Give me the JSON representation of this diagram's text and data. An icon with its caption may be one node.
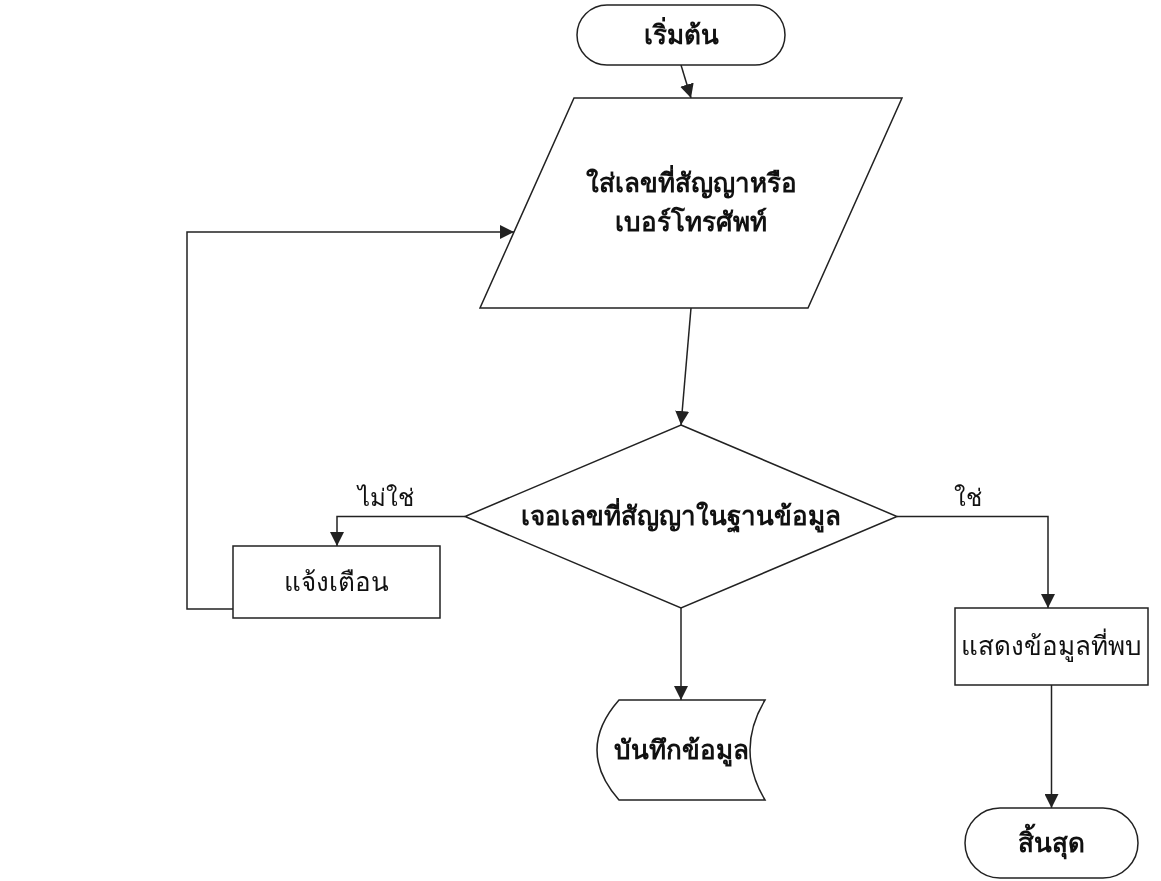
{
  "diagram": {
    "nodes": [
      {
        "text": [
          "เริ่มต้น"
        ]
      },
      {
        "text": [
          "ใส่เลขที่สัญญาหรือเบอร์โทรศัพท์"
        ]
      },
      {
        "text": [
          "เจอเลขที่สัญญาในฐานข้อมูล"
        ]
      },
      {
        "text": [
          "แจ้งเตือน"
        ]
      },
      {
        "text": [
          "แสดงข้อมูลที่พบ"
        ]
      },
      {
        "text": [
          "บันทึกข้อมูล"
        ]
      },
      {
        "text": [
          "สิ้นสุด"
        ]
      }
    ],
    "edges": [
      {
        "from": 0,
        "to": 1,
        "arrow": "to"
      },
      {
        "from": 1,
        "to": 2,
        "arrow": "to"
      },
      {
        "from": 2,
        "to": 3,
        "arrow": "to",
        "label": "ไม่ใช่"
      },
      {
        "from": 2,
        "to": 4,
        "arrow": "to",
        "label": "ใช่"
      },
      {
        "from": 3,
        "to": 1,
        "arrow": "to"
      },
      {
        "from": 2,
        "to": 5,
        "arrow": "to"
      },
      {
        "from": 4,
        "to": 6,
        "arrow": "to"
      }
    ]
  }
}
